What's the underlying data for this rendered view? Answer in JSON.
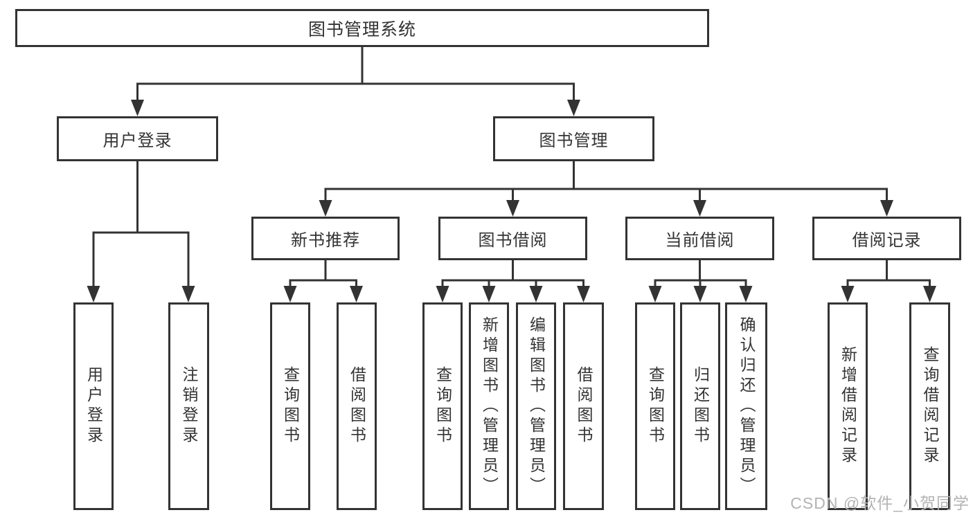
{
  "title": "图书管理系统",
  "level2": {
    "user_login": "用户登录",
    "book_mgmt": "图书管理"
  },
  "level3": {
    "new_books": "新书推荐",
    "borrowing": "图书借阅",
    "current": "当前借阅",
    "records": "借阅记录"
  },
  "leaves": {
    "ul_login": "用户登录",
    "ul_logout": "注销登录",
    "nb_query": "查询图书",
    "nb_borrow": "借阅图书",
    "bb_query": "查询图书",
    "bb_add": "新增图书（管理员）",
    "bb_edit": "编辑图书（管理员）",
    "bb_borrow": "借阅图书",
    "cb_query": "查询图书",
    "cb_return": "归还图书",
    "cb_confirm": "确认归还（管理员）",
    "br_add": "新增借阅记录",
    "br_query": "查询借阅记录"
  },
  "watermark": "CSDN @软件_小贺同学",
  "colors": {
    "line": "#333333",
    "box_border": "#333333",
    "box_bg": "#ffffff",
    "text": "#333333",
    "watermark": "#b3b3b3"
  }
}
